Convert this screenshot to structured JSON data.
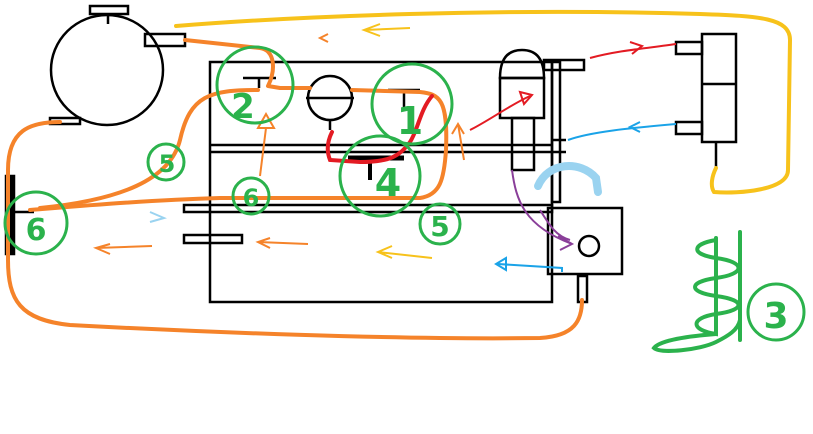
{
  "labels": {
    "c1": "1",
    "c2": "2",
    "c3": "3",
    "c4": "4",
    "c5a": "5",
    "c5b": "5",
    "c6a": "6",
    "c6b": "6"
  },
  "colors": {
    "outline": "#000000",
    "orange": "#f5832a",
    "yellow": "#f7c21b",
    "red": "#e31b23",
    "blue": "#1aa3e8",
    "light_blue": "#9ad3f0",
    "purple": "#8a3f99",
    "green": "#2bb24c",
    "white": "#ffffff"
  },
  "icons": {
    "tank": "cylindrical-tank-icon",
    "pump": "round-pump-icon",
    "coil": "spiral-coil-icon"
  }
}
